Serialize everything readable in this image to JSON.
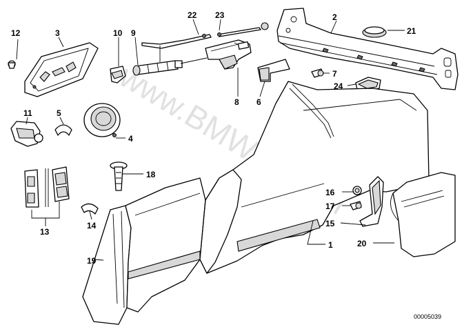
{
  "diagram": {
    "callouts": {
      "c1": "1",
      "c2": "2",
      "c3": "3",
      "c4": "4",
      "c5": "5",
      "c6": "6",
      "c7": "7",
      "c8": "8",
      "c9": "9",
      "c10": "10",
      "c11": "11",
      "c12": "12",
      "c13": "13",
      "c14": "14",
      "c15": "15",
      "c16": "16",
      "c17": "17",
      "c18": "18",
      "c19": "19",
      "c20": "20",
      "c21": "21",
      "c22": "22",
      "c23": "23",
      "c24": "24"
    },
    "document_number": "00005039",
    "watermark": "www.BMWstore.pl",
    "colors": {
      "line": "#000000",
      "background": "#ffffff",
      "shade": "#d8d8d8",
      "watermark": "#c9c9c9"
    }
  }
}
